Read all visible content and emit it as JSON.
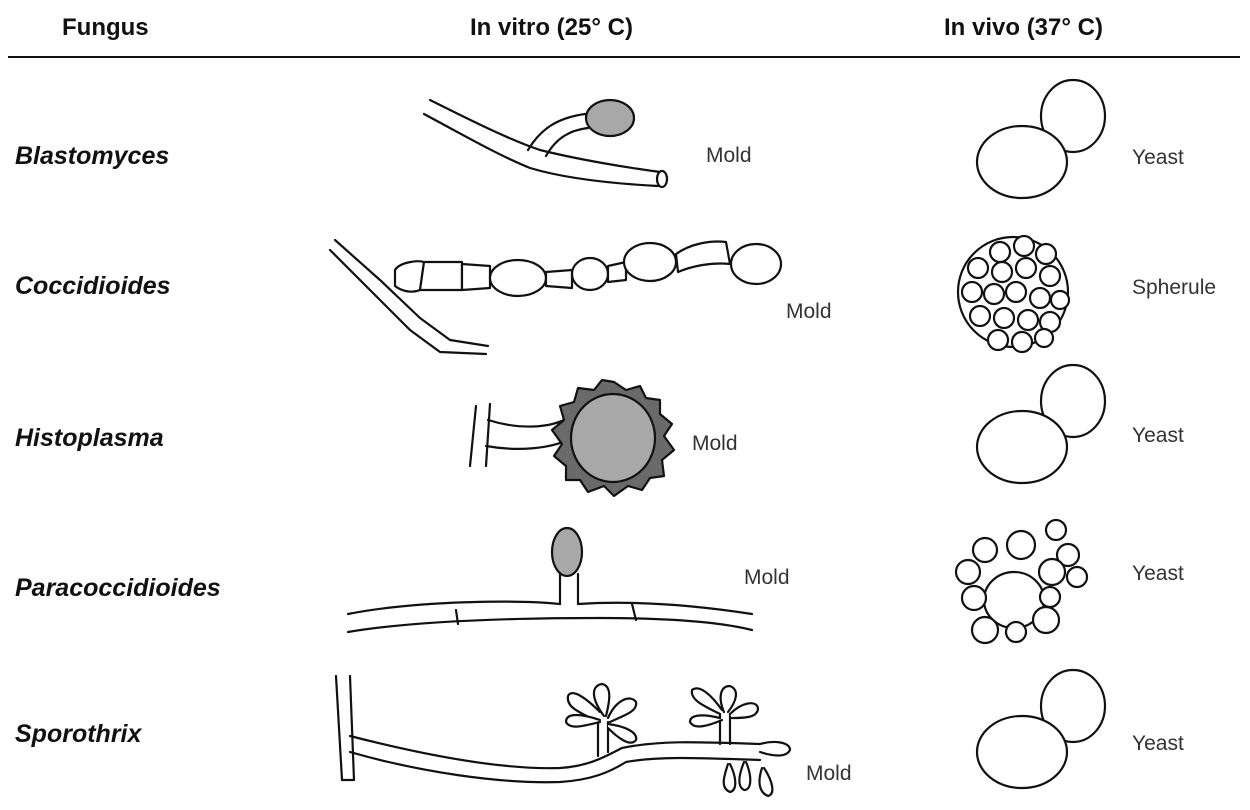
{
  "headers": {
    "fungus": "Fungus",
    "in_vitro": "In vitro (25° C)",
    "in_vivo": "In vivo (37° C)"
  },
  "rows": [
    {
      "fungus": "Blastomyces",
      "vitro_label": "Mold",
      "vivo_label": "Yeast"
    },
    {
      "fungus": "Coccidioides",
      "vitro_label": "Mold",
      "vivo_label": "Spherule"
    },
    {
      "fungus": "Histoplasma",
      "vitro_label": "Mold",
      "vivo_label": "Yeast"
    },
    {
      "fungus": "Paracoccidioides",
      "vitro_label": "Mold",
      "vivo_label": "Yeast"
    },
    {
      "fungus": "Sporothrix",
      "vitro_label": "Mold",
      "vivo_label": "Yeast"
    }
  ]
}
